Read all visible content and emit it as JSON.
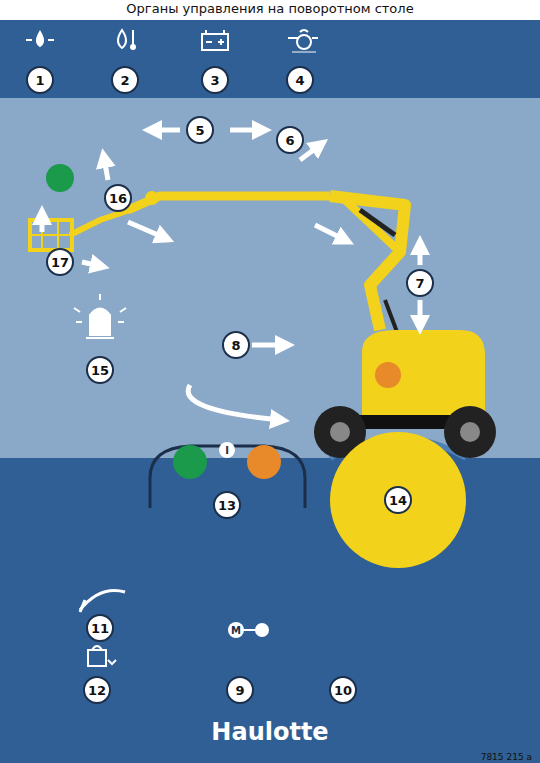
{
  "diagram": {
    "title": "Органы управления на поворотном столе",
    "labels": [
      "1",
      "2",
      "3",
      "4",
      "5",
      "6",
      "7",
      "16",
      "17",
      "15",
      "8",
      "I",
      "13",
      "14",
      "11",
      "12",
      "9",
      "M",
      "10",
      "Haulotte",
      "7815 215 a"
    ]
  }
}
